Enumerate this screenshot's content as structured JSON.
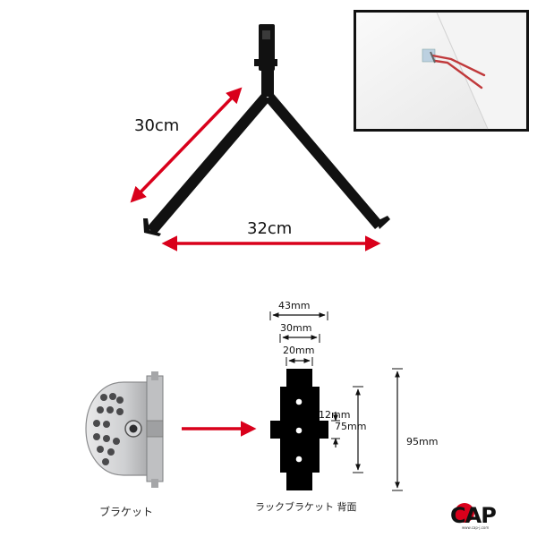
{
  "rack": {
    "arm_length_label": "30cm",
    "span_label": "32cm"
  },
  "back_view": {
    "dim_43": "43mm",
    "dim_30": "30mm",
    "dim_20": "20mm",
    "dim_12": "12mm",
    "dim_75": "75mm",
    "dim_95": "95mm",
    "caption": "ラックブラケット 背面"
  },
  "bracket": {
    "caption": "ブラケット"
  },
  "logo": {
    "text": "CAP",
    "url": "www.cap-j.com"
  },
  "colors": {
    "accent_red": "#d9001b",
    "rack_black": "#111111",
    "photo_rack_red": "#c0393b"
  }
}
